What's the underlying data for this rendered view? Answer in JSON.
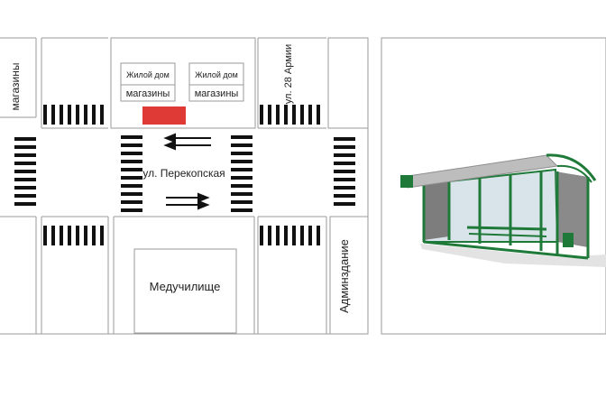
{
  "map": {
    "shops_left_label": "магазины",
    "residential_1": {
      "title": "Жилой дом",
      "sub": "магазины"
    },
    "residential_2": {
      "title": "Жилой дом",
      "sub": "магазины"
    },
    "street_vertical": "ул. 28 Армии",
    "street_horizontal": "ул. Перекопская",
    "college_label": "Медучилище",
    "admin_label": "Админздание",
    "colors": {
      "line": "#888888",
      "stripe": "#111111",
      "stop_marker": "#e03a36",
      "shelter_frame": "#1f7a3a",
      "shelter_roof": "#bdbdbd"
    }
  },
  "shelter": {
    "icon": "bus-shelter-icon"
  }
}
